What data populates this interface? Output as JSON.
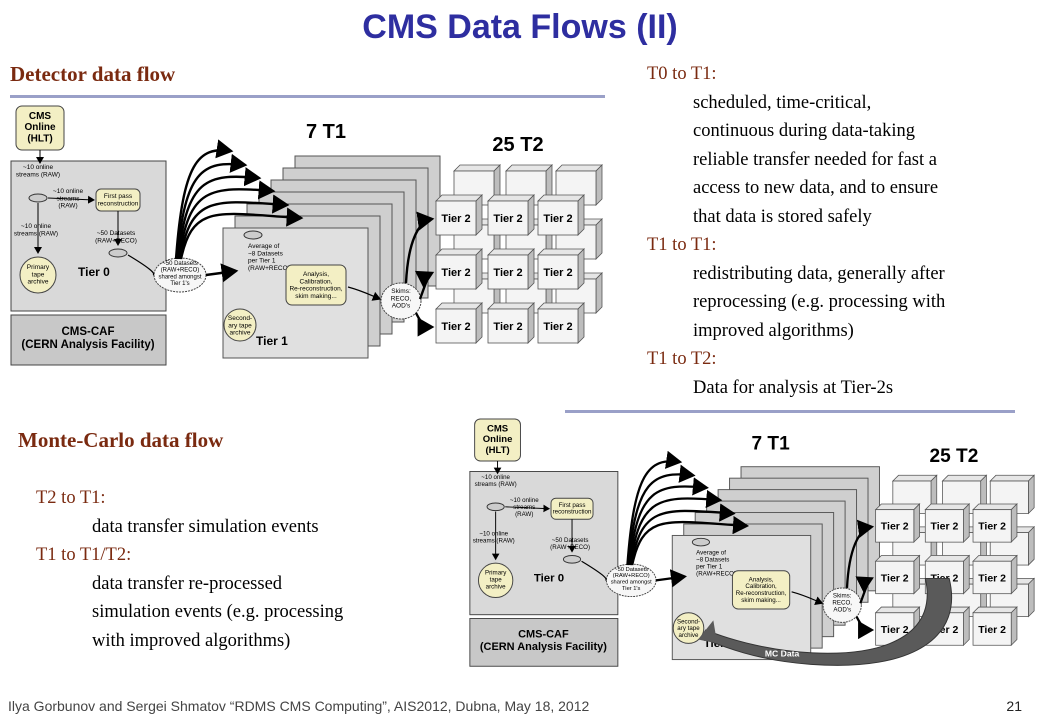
{
  "slide": {
    "title": "CMS Data Flows (II)",
    "footer": "Ilya Gorbunov and Sergei Shmatov “RDMS CMS Computing”, AIS2012,  Dubna,  May 18, 2012",
    "page_number": "21"
  },
  "detector": {
    "heading": "Detector data flow",
    "items": [
      {
        "label": "T0 to T1:",
        "lines": [
          "scheduled, time-critical,",
          "continuous during data-taking",
          "reliable transfer needed for fast a",
          "access to new data, and to ensure",
          "that data is stored safely"
        ]
      },
      {
        "label": "T1 to T1:",
        "lines": [
          "redistributing data, generally after",
          "reprocessing (e.g. processing with",
          "improved algorithms)"
        ]
      },
      {
        "label": "T1 to T2:",
        "lines": [
          "Data for analysis at Tier-2s"
        ]
      }
    ]
  },
  "montecarlo": {
    "heading": "Monte-Carlo data flow",
    "items": [
      {
        "label": "T2 to T1:",
        "lines": [
          "data transfer simulation events"
        ]
      },
      {
        "label": "T1 to T1/T2:",
        "lines": [
          "data transfer re-processed",
          "simulation events (e.g. processing",
          "with improved algorithms)"
        ]
      }
    ]
  },
  "diagram": {
    "cms_online": [
      "CMS",
      "Online",
      "(HLT)"
    ],
    "online_streams_raw": [
      "~10 online",
      "streams (RAW)"
    ],
    "online_streams_raw_mid": [
      "~10 online",
      "streams",
      "(RAW)"
    ],
    "first_pass": [
      "First pass",
      "reconstruction"
    ],
    "online_streams_raw_low": [
      "~10 online",
      "streams (RAW)"
    ],
    "datasets_50": [
      "~50 Datasets",
      "(RAW+RECO)"
    ],
    "primary_tape": [
      "Primary",
      "tape",
      "archive"
    ],
    "tier0": "Tier 0",
    "cloud": [
      "~50 Datasets",
      "(RAW+RECO)",
      "shared amongst",
      "Tier 1's"
    ],
    "t1_label": "7 T1",
    "t2_label": "25 T2",
    "tier2": "Tier 2",
    "average": [
      "Average of",
      "~8 Datasets",
      "per Tier 1",
      "(RAW+RECO)"
    ],
    "analysis": [
      "Analysis,",
      "Calibration,",
      "Re-reconstruction,",
      "skim making..."
    ],
    "skims": [
      "Skims:",
      "RECO,",
      "AOD's"
    ],
    "secondary_tape": [
      "Second-",
      "ary tape",
      "archive"
    ],
    "tier1": "Tier 1",
    "caf": [
      "CMS-CAF",
      "(CERN Analysis Facility)"
    ],
    "mc_data": "MC Data"
  }
}
